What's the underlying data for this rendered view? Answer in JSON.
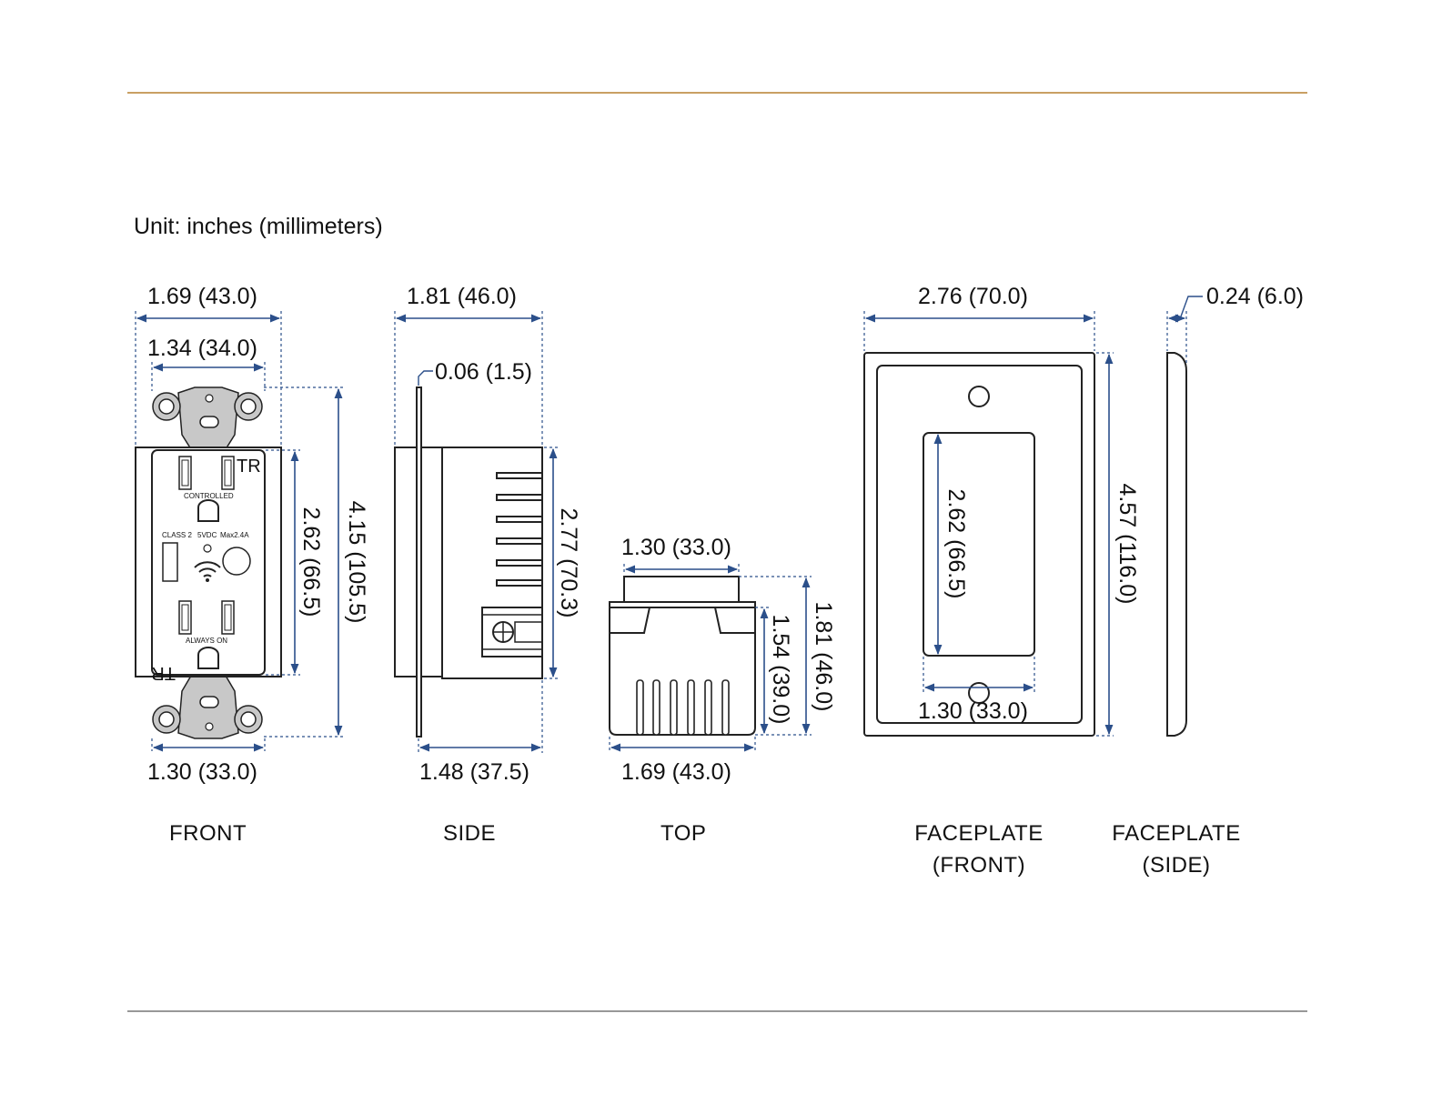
{
  "unit_label": "Unit: inches (millimeters)",
  "colors": {
    "rule": "#c9a063",
    "dimension": "#2b4f8a",
    "outline": "#222222"
  },
  "views": {
    "front": {
      "caption": "FRONT",
      "dims": {
        "overall_width": "1.69 (43.0)",
        "face_width": "1.34 (34.0)",
        "face_height": "2.62 (66.5)",
        "overall_height": "4.15 (105.5)",
        "strap_width": "1.30 (33.0)"
      },
      "labels": {
        "tr_top": "TR",
        "tr_bottom": "TR",
        "controlled": "CONTROLLED",
        "class2": "CLASS 2",
        "voltage": "5VDC",
        "max_current": "Max2.4A",
        "always_on": "ALWAYS ON"
      }
    },
    "side": {
      "caption": "SIDE",
      "dims": {
        "overall_width": "1.81 (46.0)",
        "plate_thickness": "0.06 (1.5)",
        "body_height": "2.77 (70.3)",
        "body_depth": "1.48 (37.5)"
      }
    },
    "top": {
      "caption": "TOP",
      "dims": {
        "top_width": "1.30 (33.0)",
        "body_height": "1.54 (39.0)",
        "overall_height": "1.81 (46.0)",
        "base_width": "1.69 (43.0)"
      }
    },
    "faceplate_front": {
      "caption_line1": "FACEPLATE",
      "caption_line2": "(FRONT)",
      "dims": {
        "overall_width": "2.76 (70.0)",
        "opening_height": "2.62 (66.5)",
        "opening_width": "1.30 (33.0)",
        "overall_height": "4.57 (116.0)"
      }
    },
    "faceplate_side": {
      "caption_line1": "FACEPLATE",
      "caption_line2": "(SIDE)",
      "dims": {
        "thickness": "0.24 (6.0)"
      }
    }
  }
}
